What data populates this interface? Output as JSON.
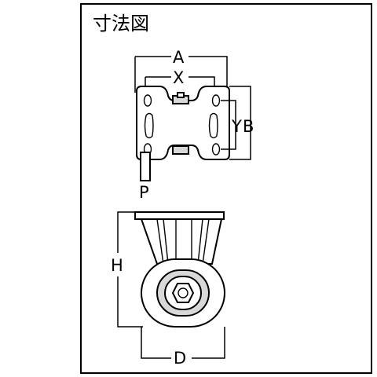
{
  "title": "寸法図",
  "labels": {
    "a": "A",
    "x": "X",
    "y": "Y",
    "b": "B",
    "p": "P",
    "h": "H",
    "d": "D"
  },
  "colors": {
    "line": "#000000",
    "fill": "#ffffff",
    "shade": "#d8d8d8"
  }
}
